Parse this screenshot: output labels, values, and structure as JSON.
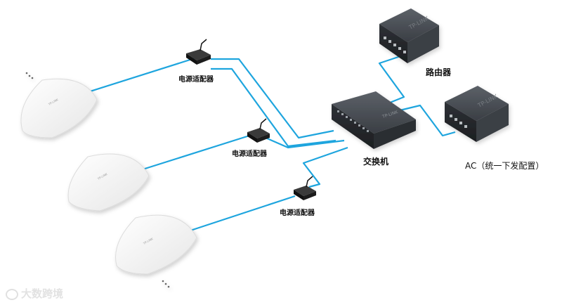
{
  "labels": {
    "adapter": "电源适配器",
    "switch": "交换机",
    "router": "路由器",
    "ac": "AC（统一下发配置）"
  },
  "watermark": "大数跨境",
  "device_brand": "TP-LINK",
  "colors": {
    "cable": "#1ea5de",
    "ap_body": "#f6f6f6",
    "device_dark": "#3a3d42",
    "adapter": "#222222"
  }
}
